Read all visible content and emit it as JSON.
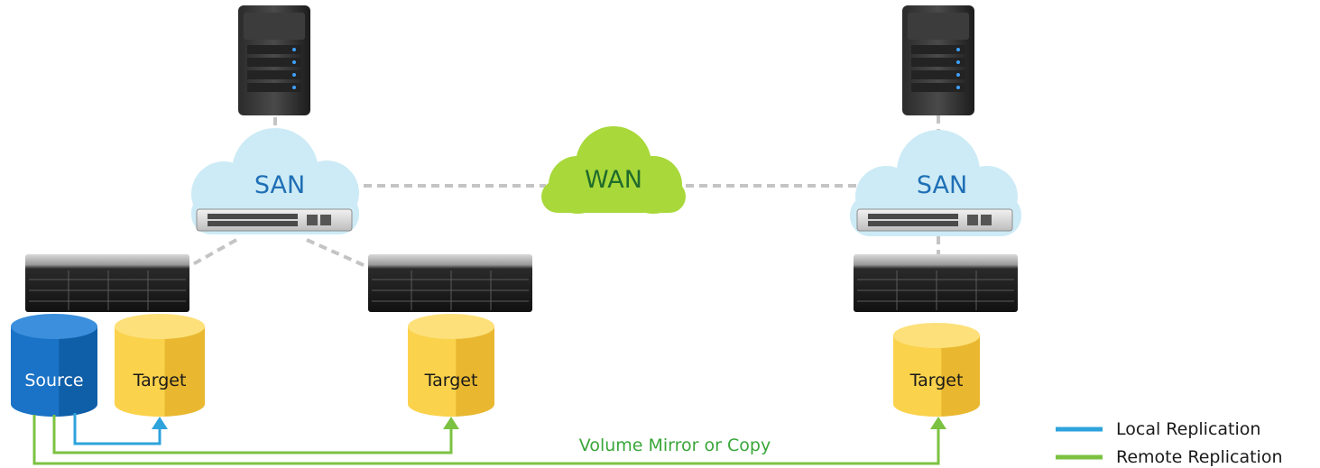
{
  "sites": {
    "left": {
      "san_label": "SAN"
    },
    "right": {
      "san_label": "SAN"
    }
  },
  "wan": {
    "label": "WAN"
  },
  "volumes": {
    "source": "Source",
    "target_local": "Target",
    "target_mid": "Target",
    "target_remote": "Target"
  },
  "annotations": {
    "mirror_label": "Volume Mirror or Copy"
  },
  "legend": {
    "items": [
      {
        "label": "Local Replication",
        "color": "#2ea3dc"
      },
      {
        "label": "Remote Replication",
        "color": "#7cc242"
      }
    ]
  },
  "colors": {
    "san_cloud": "#cdebf6",
    "wan_cloud": "#a8d83a",
    "source_volume": "#1a73c6",
    "target_volume": "#f7c843",
    "link_dashed": "#c4c4c4"
  }
}
